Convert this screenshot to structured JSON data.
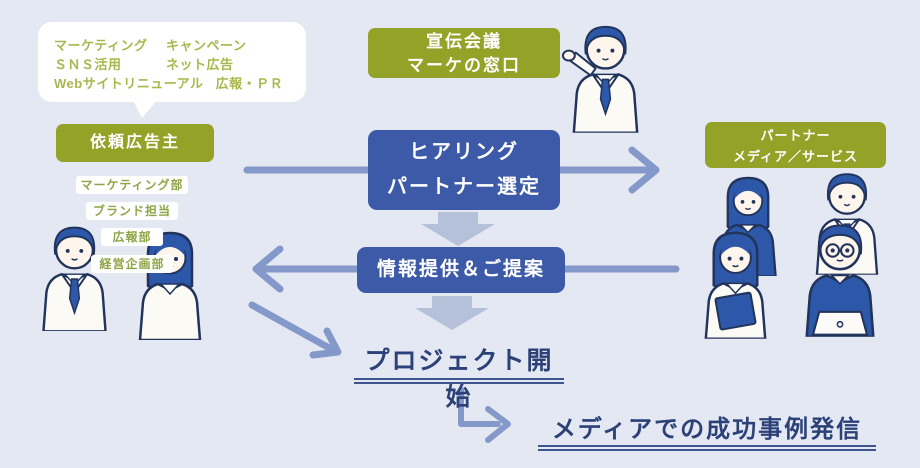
{
  "colors": {
    "background": "#e4e8f2",
    "olive_box": "#95a228",
    "blue_box": "#3d5aa8",
    "arrow": "#8499c9",
    "chevron": "#b5c0d9",
    "navy_text": "#2b4177",
    "bubble_text_green": "#a9b74d",
    "department_text_green": "#8fa445",
    "illustration_blue": "#2d57a8"
  },
  "speech_bubble": {
    "row1_left": "マーケティング",
    "row1_right": "キャンペーン",
    "row2_left": "ＳＮＳ活用",
    "row2_right": "ネット広告",
    "row3_left": "Webサイトリニューアル",
    "row3_right": "広報・ＰＲ"
  },
  "advertiser": {
    "label": "依頼広告主"
  },
  "departments": [
    "マーケティング部",
    "ブランド担当",
    "広報部",
    "経営企画部"
  ],
  "agency": {
    "line1": "宣伝会議",
    "line2": "マーケの窓口"
  },
  "hearing": {
    "line1": "ヒアリング",
    "line2": "パートナー選定"
  },
  "partner": {
    "line1": "パートナー",
    "line2": "メディア／サービス"
  },
  "proposal": {
    "label": "情報提供＆ご提案"
  },
  "project_start": {
    "label": "プロジェクト開始"
  },
  "success": {
    "label": "メディアでの成功事例発信"
  }
}
